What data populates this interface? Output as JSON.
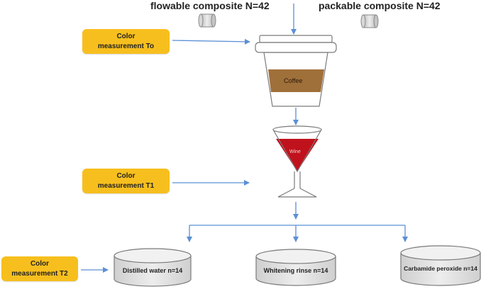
{
  "header": {
    "flowable": "flowable composite N=42",
    "packable": "packable composite N=42"
  },
  "badges": {
    "t0_line1": "Color",
    "t0_line2": "measurement To",
    "t1_line1": "Color",
    "t1_line2": "measurement T1",
    "t2_line1": "Color",
    "t2_line2": "measurement T2"
  },
  "vessels": {
    "coffee": "Coffee",
    "wine": "Wine"
  },
  "containers": {
    "distilled": "Distilled water n=14",
    "whitening": "Whitening rinse n=14",
    "carbamide": "Carbamide peroxide n=14"
  },
  "colors": {
    "badge": "#f7bf1e",
    "arrow": "#5b8fd6",
    "coffee": "#a0703a",
    "wine": "#c0121c",
    "cylinder_fill": "#e6e6e6",
    "outline": "#7a7a7a"
  }
}
